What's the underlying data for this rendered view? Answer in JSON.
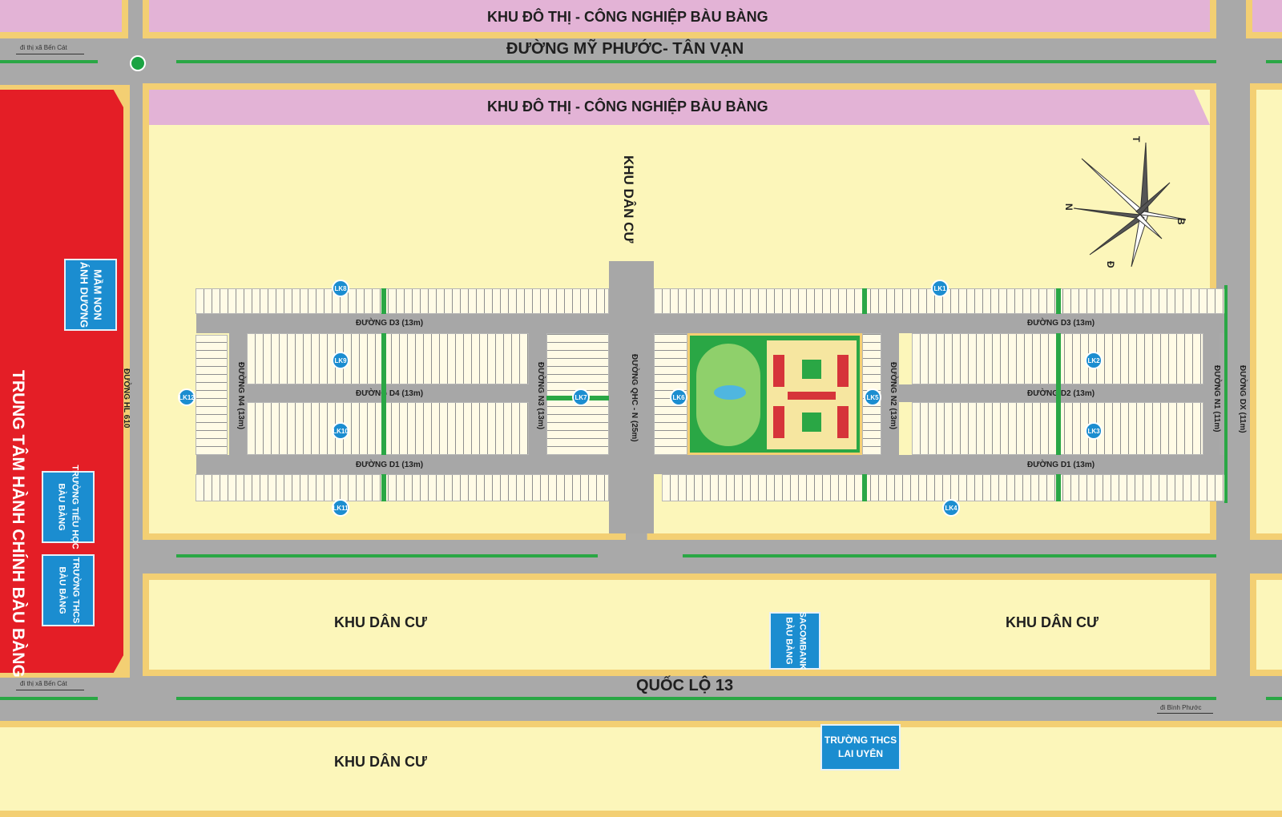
{
  "map": {
    "top_zone": "KHU ĐÔ THỊ - CÔNG NGHIỆP BÀU BÀNG",
    "main_zone": "KHU ĐÔ THỊ - CÔNG NGHIỆP BÀU BÀNG",
    "top_road": "ĐƯỜNG MỸ PHƯỚC-  TÂN VẠN",
    "bottom_road": "QUỐC LỘ 13",
    "direction_ben_cat_top": "đi thị xã Bến Cát",
    "direction_ben_cat_bottom": "đi thị xã Bến Cát",
    "direction_binh_phuoc": "đi Bình Phước",
    "admin_center": "TRUNG TÂM HÀNH CHÍNH BÀU BÀNG",
    "road_hl610": "ĐƯỜNG HL 610",
    "north_residential": "KHU DÂN CƯ",
    "residential_left": "KHU DÂN CƯ",
    "residential_right": "KHU DÂN CƯ",
    "residential_bottom": "KHU DÂN CƯ",
    "road_qhc": "ĐƯỜNG QHC - N (25m)",
    "road_d3_left": "ĐƯỜNG D3 (13m)",
    "road_d3_right": "ĐƯỜNG D3 (13m)",
    "road_d4": "ĐƯỜNG D4 (13m)",
    "road_d2": "ĐƯỜNG D2 (13m)",
    "road_d1_left": "ĐƯỜNG D1 (13m)",
    "road_d1_right": "ĐƯỜNG D1 (13m)",
    "road_n4": "ĐƯỜNG N4 (13m)",
    "road_n3": "ĐƯỜNG N3 (13m)",
    "road_n2": "ĐƯỜNG N2 (13m)",
    "road_n1": "ĐƯỜNG N1 (11m)",
    "road_dx": "ĐƯỜNG DX (11m)",
    "compass": {
      "north": "T",
      "south": "Đ",
      "west": "N",
      "east": "B"
    }
  },
  "facilities": {
    "kindergarten": [
      "MẦM NON",
      "ÁNH DƯƠNG"
    ],
    "primary_school": [
      "TRƯỜNG TIỂU HỌC",
      "BÀU BÀNG"
    ],
    "secondary_school": [
      "TRƯỜNG THCS",
      "BÀU BÀNG"
    ],
    "bank": [
      "SACOMBANK",
      "BÀU BÀNG"
    ],
    "lai_uyen_school": [
      "TRƯỜNG THCS",
      "LAI UYÊN"
    ]
  },
  "lot_blocks": [
    "LK1",
    "LK2",
    "LK3",
    "LK4",
    "LK5",
    "LK6",
    "LK7",
    "LK8",
    "LK9",
    "LK10",
    "LK11",
    "LK12"
  ],
  "colors": {
    "road": "#a7a7a7",
    "land": "#fcf6ba",
    "border": "#f3cf73",
    "industrial": "#e3b3d6",
    "admin": "#e41e26",
    "facility": "#1b8dd0",
    "green": "#2aa745"
  }
}
